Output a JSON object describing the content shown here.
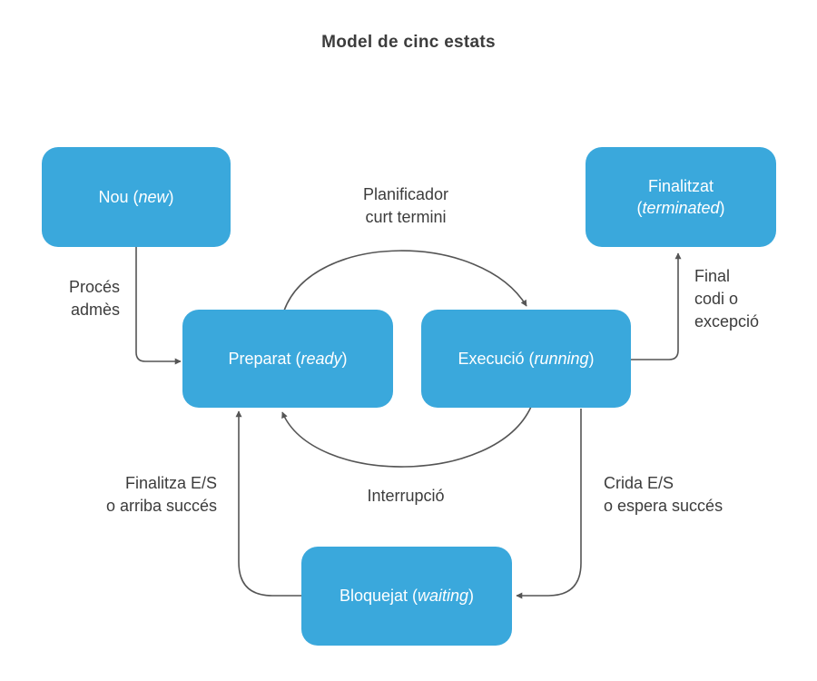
{
  "title": "Model de cinc estats",
  "states": {
    "new": {
      "name": "Nou",
      "open": " (",
      "term": "new",
      "close": ")"
    },
    "ready": {
      "name": "Preparat",
      "open": " (",
      "term": "ready",
      "close": ")"
    },
    "running": {
      "name": "Execució",
      "open": " (",
      "term": "running",
      "close": ")"
    },
    "terminated": {
      "name": "Finalitzat",
      "open": "(",
      "term": "terminated",
      "close": ")"
    },
    "waiting": {
      "name": "Bloquejat",
      "open": " (",
      "term": "waiting",
      "close": ")"
    }
  },
  "transitions": {
    "admitted": [
      "Procés",
      "admès"
    ],
    "dispatch": [
      "Planificador",
      "curt termini"
    ],
    "exit": [
      "Final",
      "codi o",
      "excepció"
    ],
    "interrupt": [
      "Interrupció"
    ],
    "io_wait": [
      "Crida E/S",
      "o espera succés"
    ],
    "io_done": [
      "Finalitza E/S",
      "o arriba succés"
    ]
  },
  "colors": {
    "state_fill": "#3aa8dc",
    "state_text": "#ffffff",
    "arrow": "#555555",
    "label_text": "#3c3c3c"
  }
}
